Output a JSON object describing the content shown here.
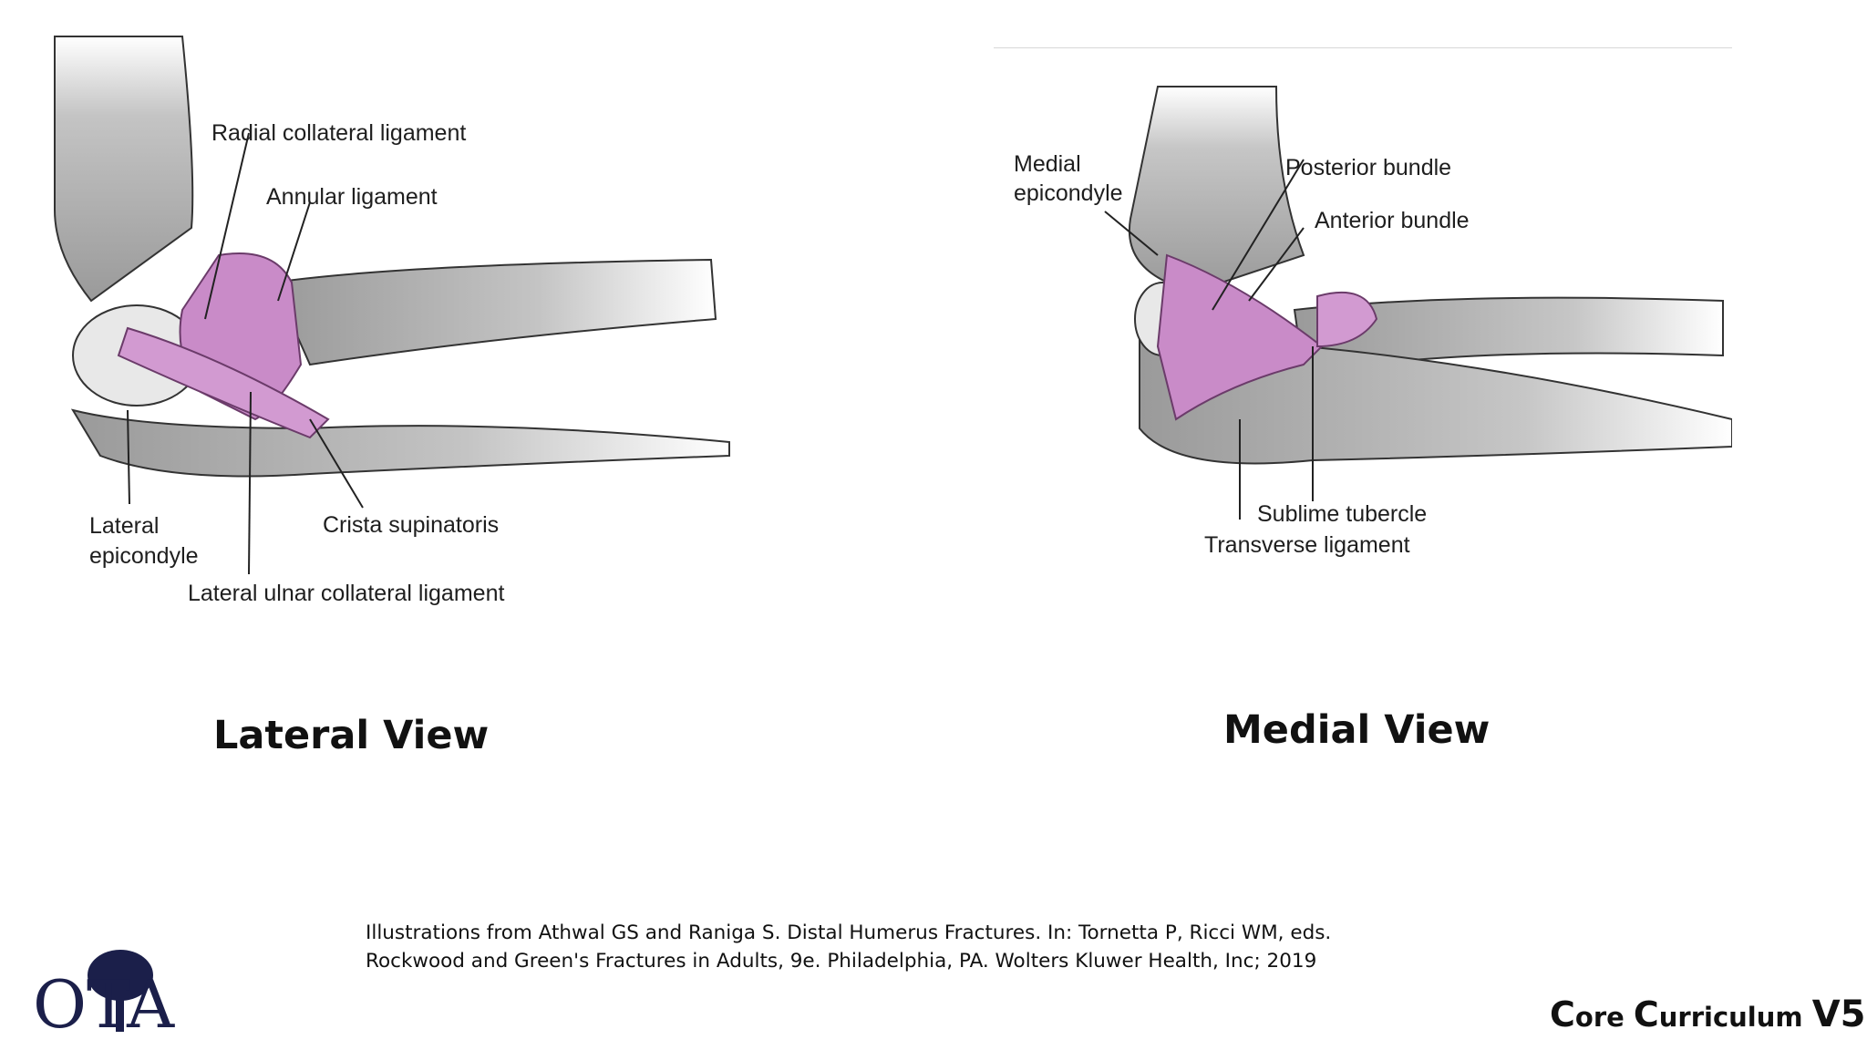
{
  "lateral": {
    "labels": {
      "radial_collateral": "Radial collateral ligament",
      "annular": "Annular ligament",
      "lateral_epicondyle_line1": "Lateral",
      "lateral_epicondyle_line2": "epicondyle",
      "crista": "Crista supinatoris",
      "lucl": "Lateral ulnar collateral ligament"
    },
    "caption": "Lateral View"
  },
  "medial": {
    "labels": {
      "medial_epicondyle_line1": "Medial",
      "medial_epicondyle_line2": "epicondyle",
      "posterior_bundle": "Posterior bundle",
      "anterior_bundle": "Anterior bundle",
      "sublime_tubercle": "Sublime tubercle",
      "transverse_ligament": "Transverse ligament"
    },
    "caption": "Medial View"
  },
  "citation": {
    "line1": "Illustrations from Athwal GS and Raniga S.  Distal Humerus Fractures.  In: Tornetta P, Ricci WM, eds.",
    "line2": "Rockwood and Green's Fractures in Adults, 9e. Philadelphia, PA. Wolters Kluwer Health, Inc; 2019"
  },
  "logo": {
    "text": "OTA"
  },
  "branding": {
    "c1": "C",
    "ore": "ore ",
    "c2": "C",
    "urriculum": "urriculum ",
    "version": "V5"
  },
  "colors": {
    "ligament": "#c98bc8",
    "bone": "#a8a8a8",
    "logo_navy": "#1b1f4a"
  }
}
